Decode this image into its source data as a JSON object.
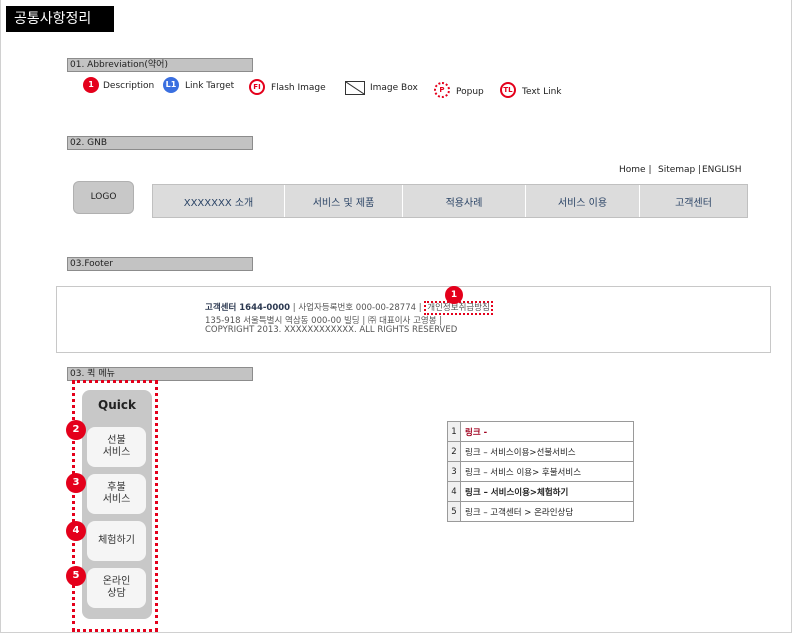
{
  "title": "공통사항정리",
  "sections": {
    "abbr": "01.  Abbreviation(약어)",
    "gnb": "02. GNB",
    "footer": "03.Footer",
    "quick": "03. 퀵 메뉴"
  },
  "legend": [
    {
      "badge": "1",
      "label": "Description"
    },
    {
      "badge": "L1",
      "label": "Link Target"
    },
    {
      "badge": "FI",
      "label": "Flash Image"
    },
    {
      "badge": "",
      "label": "Image Box"
    },
    {
      "badge": "P",
      "label": "Popup"
    },
    {
      "badge": "TL",
      "label": "Text Link"
    }
  ],
  "util": {
    "home": "Home |",
    "sitemap": "Sitemap |",
    "english": "ENGLISH"
  },
  "logo": "LOGO",
  "gnb": [
    "XXXXXXX 소개",
    "서비스 및 제품",
    "적용사례",
    "서비스 이용",
    "고객센터"
  ],
  "footer": {
    "cs_label": "고객센터 1644-0000",
    "line1_rest": "| 사업자등록번호 000-00-28774 |",
    "privacy": "개인정보취급방침",
    "line2": "135-918 서울특별시 역삼동 000-00 빌딩 | ㈜ 대표이사 고영봉 |",
    "line3": "COPYRIGHT 2013. XXXXXXXXXXXX. ALL RIGHTS RESERVED",
    "badge": "1"
  },
  "quick": {
    "title": "Quick",
    "items": [
      {
        "badge": "2",
        "label": "선불\n서비스"
      },
      {
        "badge": "3",
        "label": "후불\n서비스"
      },
      {
        "badge": "4",
        "label": "체험하기"
      },
      {
        "badge": "5",
        "label": "온라인\n상담"
      }
    ]
  },
  "links": [
    {
      "num": "1",
      "text": "링크  -"
    },
    {
      "num": "2",
      "text": "링크 – 서비스이용>선불서비스"
    },
    {
      "num": "3",
      "text": "링크 – 서비스 이용> 후불서비스"
    },
    {
      "num": "4",
      "text": "링크 – 서비스이용>체험하기"
    },
    {
      "num": "5",
      "text": "링크 – 고객센터 > 온라인상담"
    }
  ],
  "colors": {
    "badge_red": "#e4001b",
    "badge_blue": "#3a6fe0",
    "gnb_text": "#2b4466",
    "link_red": "#a0001e"
  }
}
